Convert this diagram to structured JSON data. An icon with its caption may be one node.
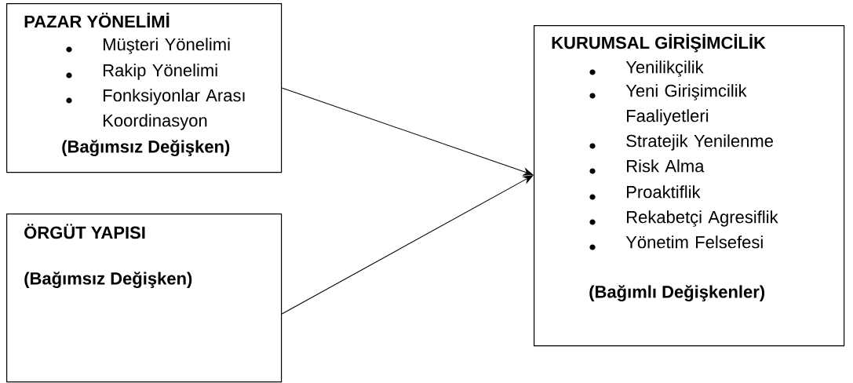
{
  "diagram": {
    "nodes": [
      {
        "text": [
          "PAZAR YÖNELİMİ",
          "Müşteri Yönelimi",
          "Rakip Yönelimi",
          "Fonksiyonlar Arası Koordinasyon",
          "(Bağımsız Değişken)"
        ]
      },
      {
        "text": [
          "ÖRGÜT YAPISI",
          "(Bağımsız Değişken)"
        ]
      },
      {
        "text": [
          "KURUMSAL GİRİŞİMCİLİK",
          "Yenilikçilik",
          "Yeni Girişimcilik Faaliyetleri",
          "Stratejik Yenilenme",
          "Risk Alma",
          "Proaktiflik",
          "Rekabetçi Agresiflik",
          "Yönetim Felsefesi",
          "(Bağımlı Değişkenler)"
        ]
      }
    ],
    "edges": [
      {
        "from": 0,
        "to": 2,
        "arrow": "to"
      },
      {
        "from": 1,
        "to": 2,
        "arrow": "to"
      }
    ]
  }
}
